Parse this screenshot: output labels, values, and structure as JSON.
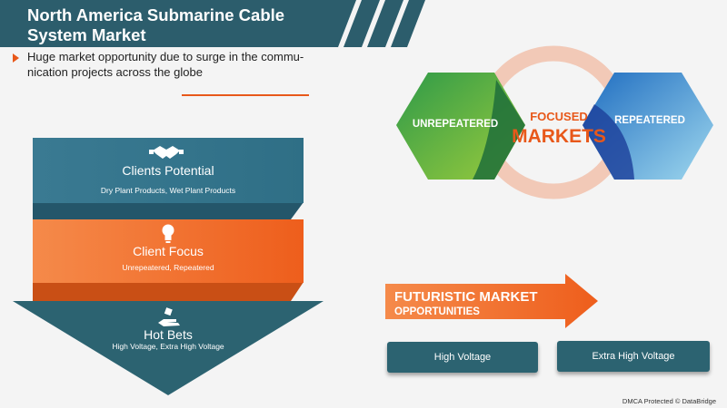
{
  "title": {
    "line1": "North America Submarine Cable",
    "line2": "System Market"
  },
  "subtitle": {
    "line1": "Huge market opportunity due to surge in the commu-",
    "line2": "nication projects across the globe"
  },
  "funnel": [
    {
      "title": "Clients Potential",
      "subtitle": "Dry Plant Products, Wet Plant Products",
      "icon": "handshake-icon"
    },
    {
      "title": "Client Focus",
      "subtitle": "Unrepeatered, Repeatered",
      "icon": "lightbulb-icon"
    },
    {
      "title": "Hot Bets",
      "subtitle": "High Voltage, Extra High Voltage",
      "icon": "hand-dice-icon"
    }
  ],
  "focused_markets": {
    "label_line1": "FOCUSED",
    "label_line2": "MARKETS",
    "left": "UNREPEATERED",
    "right": "REPEATERED"
  },
  "futuristic": {
    "line1": "FUTURISTIC MARKET",
    "line2": "OPPORTUNITIES",
    "items": [
      "High Voltage",
      "Extra High Voltage"
    ]
  },
  "footer": "DMCA Protected © DataBridge",
  "colors": {
    "teal": "#2c6371",
    "teal_mid": "#3a7a92",
    "orange": "#ef6a24",
    "orange_light": "#f79a5e",
    "green": "#3aa64a",
    "blue": "#2a7cc4",
    "ring": "#f2c9b7",
    "title_bg": "#2c5d6c"
  }
}
